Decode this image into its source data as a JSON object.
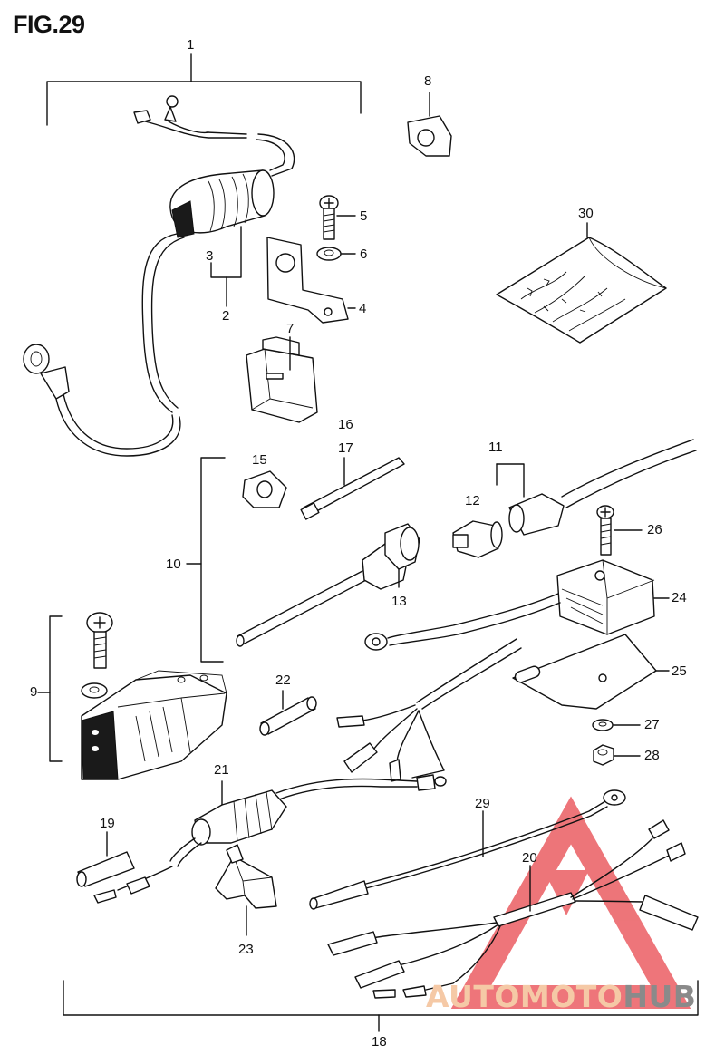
{
  "figure": {
    "title": "FIG.29"
  },
  "callouts": {
    "c1": "1",
    "c2": "2",
    "c3": "3",
    "c4": "4",
    "c5": "5",
    "c6": "6",
    "c7": "7",
    "c8": "8",
    "c9": "9",
    "c10": "10",
    "c11": "11",
    "c12": "12",
    "c13": "13",
    "c15": "15",
    "c16": "16",
    "c17": "17",
    "c18": "18",
    "c19": "19",
    "c20": "20",
    "c21": "21",
    "c22": "22",
    "c23": "23",
    "c24": "24",
    "c25": "25",
    "c26": "26",
    "c27": "27",
    "c28": "28",
    "c29": "29",
    "c30": "30"
  },
  "watermark": {
    "part1": "AUTOMOTO",
    "part2": "HUB",
    "accent_color": "#e8474d",
    "gray_color": "#8a8a8a"
  }
}
